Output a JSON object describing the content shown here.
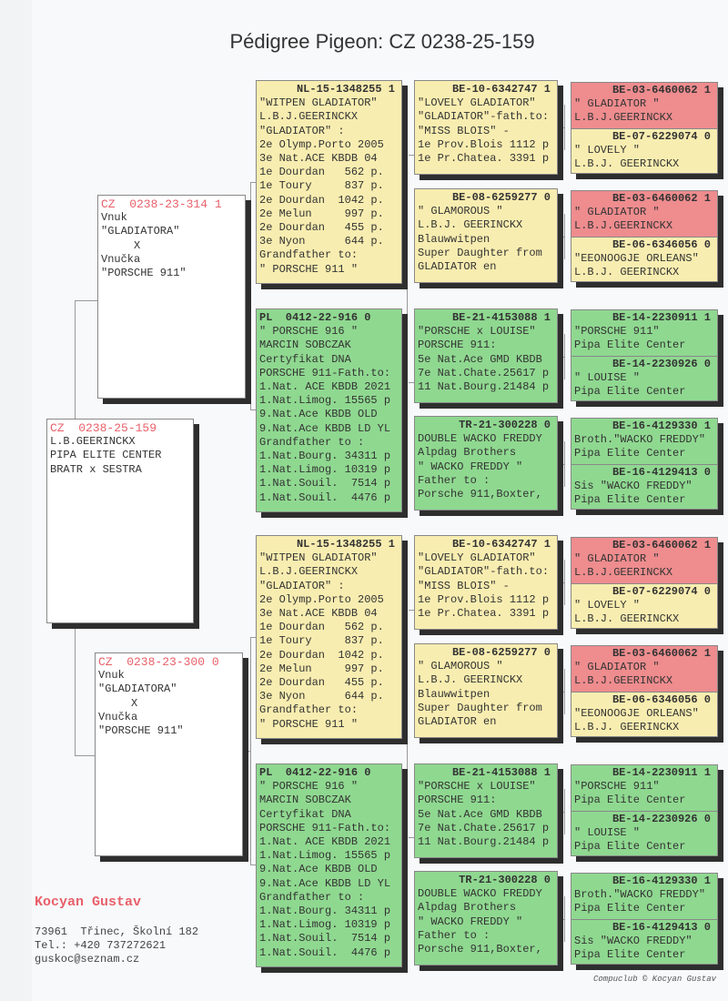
{
  "title": "Pédigree Pigeon: CZ  0238-25-159",
  "colors": {
    "yellow": "#f8edb0",
    "green": "#8fd890",
    "red": "#ee8c8e",
    "white": "#ffffff",
    "header_red": "#e8606a"
  },
  "subject": {
    "ring": "CZ  0238-25-159",
    "lines": [
      "",
      "L.B.GEERINCKX",
      "PIPA ELITE CENTER",
      "",
      "BRATR x SESTRA"
    ]
  },
  "sire": {
    "ring": "CZ  0238-23-314 1",
    "lines": [
      "Vnuk",
      "\"GLADIATORA\"",
      "     X",
      "Vnučka",
      "\"PORSCHE 911\""
    ]
  },
  "dam": {
    "ring": "CZ  0238-23-300 0",
    "lines": [
      "Vnuk",
      "\"GLADIATORA\"",
      "     X",
      "Vnučka",
      "\"PORSCHE 911\""
    ]
  },
  "grandsire": {
    "ring": "NL-15-1348255 1",
    "color": "#f8edb0",
    "lines": [
      "\"WITPEN GLADIATOR\"",
      "L.B.J.GEERINCKX",
      "\"GLADIATOR\" :",
      "2e Olymp.Porto 2005",
      "3e Nat.ACE KBDB 04",
      "1e Dourdan   562 p.",
      "1e Toury     837 p.",
      "2e Dourdan  1042 p.",
      "2e Melun     997 p.",
      "2e Dourdan   455 p.",
      "3e Nyon      644 p.",
      "Grandfather to:",
      "\" PORSCHE 911 \""
    ]
  },
  "granddam": {
    "ring": "PL  0412-22-916 0",
    "color": "#8fd890",
    "lines": [
      "\" PORSCHE 916 \"",
      "MARCIN SOBCZAK",
      "Certyfikat DNA",
      "PORSCHE 911-Fath.to:",
      "1.Nat. ACE KBDB 2021",
      "1.Nat.Limog. 15565 p",
      "9.Nat.Ace KBDB OLD",
      "9.Nat.Ace KBDB LD YL",
      "Grandfather to :",
      "1.Nat.Bourg. 34311 p",
      "1.Nat.Limog. 10319 p",
      "1.Nat.Souil.  7514 p",
      "1.Nat.Souil.  4476 p"
    ]
  },
  "gg": [
    {
      "ring": "BE-10-6342747 1",
      "color": "#f8edb0",
      "lines": [
        "\"LOVELY GLADIATOR\"",
        "\"GLADIATOR\"-fath.to:",
        "\"MISS BLOIS\" -",
        "1e Prov.Blois 1112 p",
        "1e Pr.Chatea. 3391 p"
      ]
    },
    {
      "ring": "BE-08-6259277 0",
      "color": "#f8edb0",
      "lines": [
        "\" GLAMOROUS \"",
        "L.B.J. GEERINCKX",
        "Blauwwitpen",
        "Super Daughter from",
        "GLADIATOR en"
      ]
    },
    {
      "ring": "BE-21-4153088 1",
      "color": "#8fd890",
      "lines": [
        "\"PORSCHE x LOUISE\"",
        "PORSCHE 911:",
        "5e Nat.Ace GMD KBDB",
        "7e Nat.Chate.25617 p",
        "11 Nat.Bourg.21484 p"
      ]
    },
    {
      "ring": "TR-21-300228 0",
      "color": "#8fd890",
      "lines": [
        "DOUBLE WACKO FREDDY",
        "Alpdag Brothers",
        "\" WACKO FREDDY \"",
        "Father to :",
        "Porsche 911,Boxter,"
      ]
    }
  ],
  "ggg": [
    {
      "ring": "BE-03-6460062 1",
      "color": "#ee8c8e",
      "lines": [
        "\" GLADIATOR \"",
        "L.B.J.GEERINCKX"
      ]
    },
    {
      "ring": "BE-07-6229074 0",
      "color": "#f8edb0",
      "lines": [
        "\" LOVELY \"",
        "L.B.J. GEERINCKX"
      ]
    },
    {
      "ring": "BE-03-6460062 1",
      "color": "#ee8c8e",
      "lines": [
        "\" GLADIATOR \"",
        "L.B.J.GEERINCKX"
      ]
    },
    {
      "ring": "BE-06-6346056 0",
      "color": "#f8edb0",
      "lines": [
        "\"EEONOOGJE ORLEANS\"",
        "L.B.J. GEERINCKX"
      ]
    },
    {
      "ring": "BE-14-2230911 1",
      "color": "#8fd890",
      "lines": [
        "\"PORSCHE 911\"",
        "Pipa Elite Center"
      ]
    },
    {
      "ring": "BE-14-2230926 0",
      "color": "#8fd890",
      "lines": [
        "\" LOUISE \"",
        "Pipa Elite Center"
      ]
    },
    {
      "ring": "BE-16-4129330 1",
      "color": "#8fd890",
      "lines": [
        "Broth.\"WACKO FREDDY\"",
        "Pipa Elite Center"
      ]
    },
    {
      "ring": "BE-16-4129413 0",
      "color": "#8fd890",
      "lines": [
        "Sis \"WACKO FREDDY\"",
        "Pipa Elite Center"
      ]
    }
  ],
  "footer": {
    "breeder_name": "Kocyan Gustav",
    "address": "73961  Třinec, Školní 182",
    "phone": "Tel.: +420 737272621",
    "email": "guskoc@seznam.cz",
    "credit": "Compuclub © Kocyan Gustav"
  }
}
